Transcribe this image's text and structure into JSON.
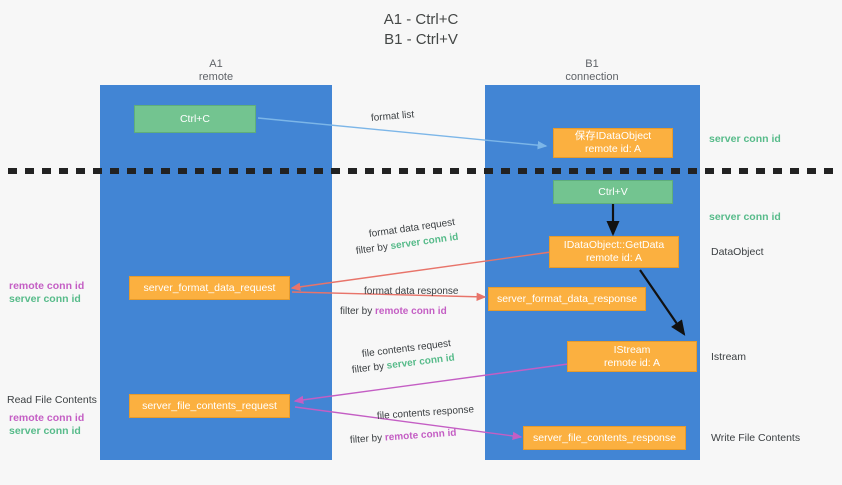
{
  "diagram": {
    "title": "A1 - Ctrl+C\nB1 - Ctrl+V",
    "background": "#f7f7f7",
    "colors": {
      "lane": "#4285d4",
      "green_box": "#73c490",
      "orange_box": "#fbb040",
      "server_conn_id": "#57bb8a",
      "remote_conn_id": "#c45ec4",
      "text": "#3c4043",
      "blue_arrow": "#7cb6e8",
      "red_arrow": "#e8746a",
      "magenta_arrow": "#c45ec4",
      "black_arrow": "#111111"
    },
    "lanes": [
      {
        "id": "a1",
        "title": "A1",
        "subtitle": "remote"
      },
      {
        "id": "b1",
        "title": "B1",
        "subtitle": "connection"
      }
    ],
    "nodes": [
      {
        "id": "ctrl-c",
        "line1": "Ctrl+C",
        "line2": "",
        "style": "green"
      },
      {
        "id": "save-idataobject",
        "line1": "保存IDataObject",
        "line2": "remote id: A",
        "style": "orange"
      },
      {
        "id": "ctrl-v",
        "line1": "Ctrl+V",
        "line2": "",
        "style": "green"
      },
      {
        "id": "idataobject-getdata",
        "line1": "IDataObject::GetData",
        "line2": "remote id: A",
        "style": "orange"
      },
      {
        "id": "server-format-data-request",
        "line1": "server_format_data_request",
        "line2": "",
        "style": "orange"
      },
      {
        "id": "server-format-data-response",
        "line1": "server_format_data_response",
        "line2": "",
        "style": "orange"
      },
      {
        "id": "istream",
        "line1": "IStream",
        "line2": "remote id: A",
        "style": "orange"
      },
      {
        "id": "server-file-contents-request",
        "line1": "server_file_contents_request",
        "line2": "",
        "style": "orange"
      },
      {
        "id": "server-file-contents-response",
        "line1": "server_file_contents_response",
        "line2": "",
        "style": "orange"
      }
    ],
    "edge_labels": {
      "format_list": "format list",
      "format_data_request": "format data request",
      "format_data_request_filter_prefix": "filter by ",
      "format_data_request_filter_value": "server conn id",
      "format_data_response": "format data response",
      "format_data_response_filter_prefix": "filter by ",
      "format_data_response_filter_value": "remote conn id",
      "file_contents_request": "file contents request",
      "file_contents_request_filter_prefix": "filter by ",
      "file_contents_request_filter_value": "server conn id",
      "file_contents_response": "file contents response",
      "file_contents_response_filter_prefix": "filter by ",
      "file_contents_response_filter_value": "remote conn id"
    },
    "right_labels": [
      {
        "id": "server-conn-id-1",
        "text": "server conn id",
        "kind": "green"
      },
      {
        "id": "server-conn-id-2",
        "text": "server conn id",
        "kind": "green"
      },
      {
        "id": "dataobject",
        "text": "DataObject",
        "kind": "plain"
      },
      {
        "id": "istream-label",
        "text": "Istream",
        "kind": "plain"
      },
      {
        "id": "write-file-contents",
        "text": "Write File Contents",
        "kind": "plain"
      }
    ],
    "left_labels": [
      {
        "id": "left-remote-conn-id-1",
        "text": "remote conn id",
        "kind": "magenta"
      },
      {
        "id": "left-server-conn-id-1",
        "text": "server conn id",
        "kind": "green"
      },
      {
        "id": "read-file-contents",
        "text": "Read File Contents",
        "kind": "plain"
      },
      {
        "id": "left-remote-conn-id-2",
        "text": "remote conn id",
        "kind": "magenta"
      },
      {
        "id": "left-server-conn-id-2",
        "text": "server conn id",
        "kind": "green"
      }
    ]
  }
}
